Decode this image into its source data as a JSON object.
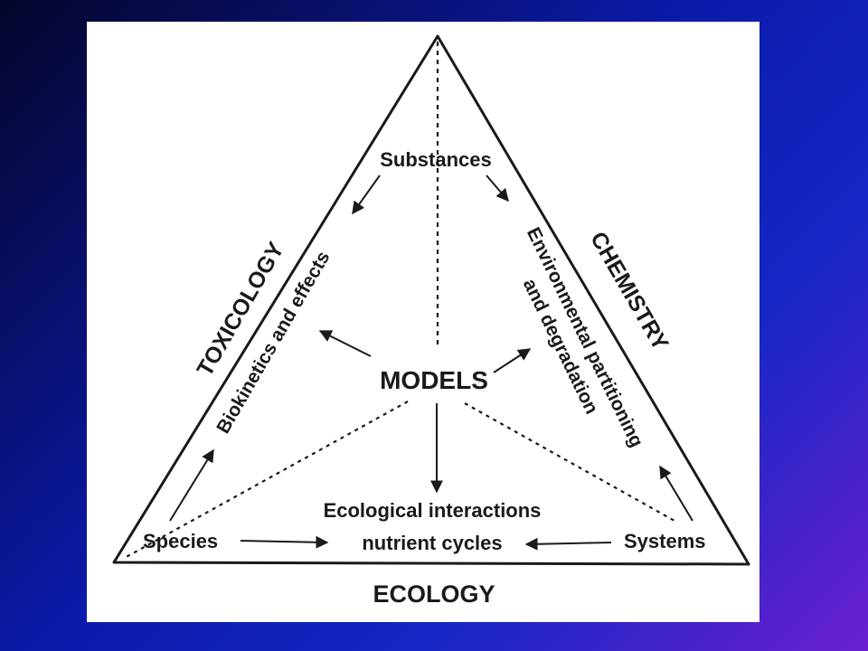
{
  "diagram": {
    "corners": {
      "top": "Substances",
      "left": "Species",
      "right": "Systems"
    },
    "center": "MODELS",
    "sides": {
      "left": "TOXICOLOGY",
      "right": "CHEMISTRY",
      "bottom": "ECOLOGY"
    },
    "processes": {
      "biokinetics": "Biokinetics and effects",
      "partitioning_line1": "Environmental partitioning",
      "partitioning_line2": "and degradation",
      "ecological_line1": "Ecological interactions",
      "ecological_line2": "nutrient cycles"
    },
    "colors": {
      "ink": "#1a1a1a",
      "panel": "#ffffff"
    }
  }
}
